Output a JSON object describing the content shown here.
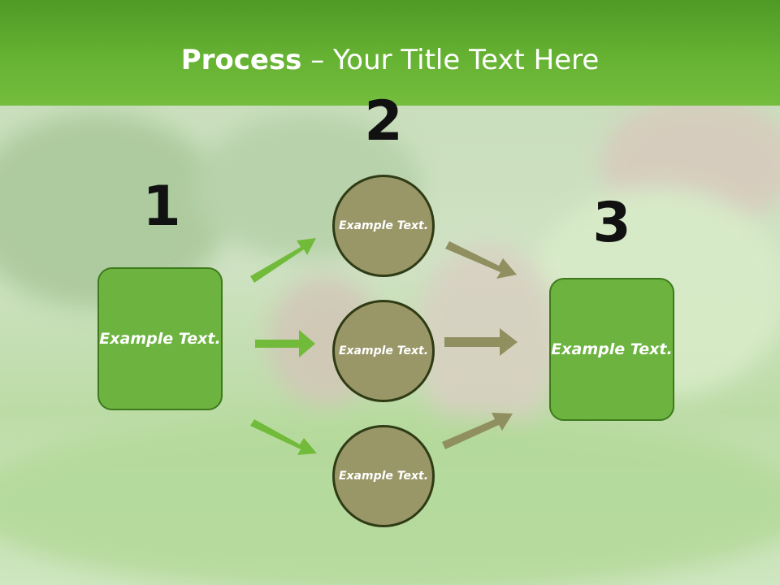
{
  "title": {
    "strong": "Process",
    "rest": " – Your Title Text Here"
  },
  "numbers": {
    "step1": "1",
    "step2": "2",
    "step3": "3"
  },
  "boxes": {
    "left": "Example Text.",
    "right": "Example Text."
  },
  "circles": {
    "top": "Example Text.",
    "middle": "Example Text.",
    "bottom": "Example Text."
  },
  "colors": {
    "header": "#66b232",
    "box_fill": "#6cb33f",
    "circle_fill": "#999768",
    "arrow_green": "#72bb3a",
    "arrow_olive": "#8f8f60"
  }
}
